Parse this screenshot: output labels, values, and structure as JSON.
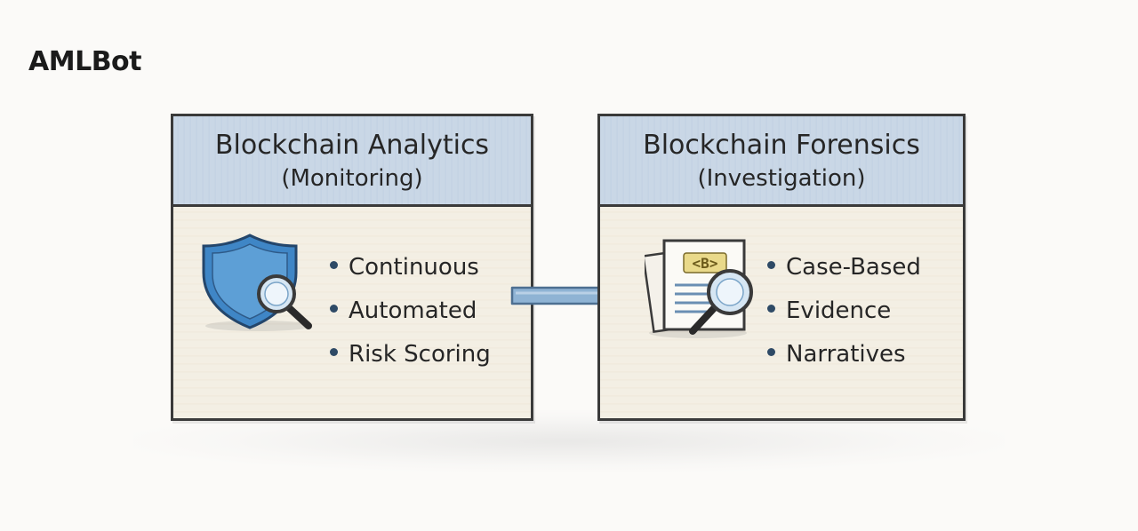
{
  "brand": {
    "logo_text": "AMLBot"
  },
  "diagram": {
    "left_panel": {
      "title": "Blockchain Analytics",
      "subtitle": "(Monitoring)",
      "icon": "shield-magnifier-icon",
      "items": [
        "Continuous",
        "Automated",
        "Risk Scoring"
      ]
    },
    "right_panel": {
      "title": "Blockchain Forensics",
      "subtitle": "(Investigation)",
      "icon": "document-magnifier-icon",
      "icon_text": "<B>",
      "items": [
        "Case-Based",
        "Evidence",
        "Narratives"
      ]
    },
    "connector": {
      "direction": "left-to-right"
    }
  },
  "colors": {
    "header_fill": "#c9d7e6",
    "body_fill": "#f3efe4",
    "shield": "#3f86c6",
    "arrow": "#8fb3d4",
    "bullet": "#2e4a66"
  }
}
